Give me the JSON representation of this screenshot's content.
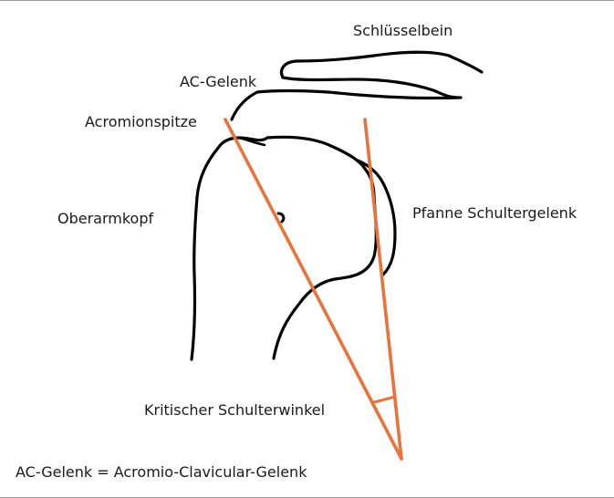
{
  "labels": {
    "clavicle": "Schlüsselbein",
    "ac_joint": "AC-Gelenk",
    "acromion_tip": "Acromionspitze",
    "humeral_head": "Oberarmkopf",
    "glenoid": "Pfanne Schultergelenk",
    "critical_angle": "Kritischer Schulterwinkel",
    "footnote": "AC-Gelenk = Acromio-Clavicular-Gelenk"
  },
  "colors": {
    "outline": "#000000",
    "angle_lines": "#e8743b",
    "text": "#1a1a1a",
    "frame": "#9a9a9a"
  }
}
